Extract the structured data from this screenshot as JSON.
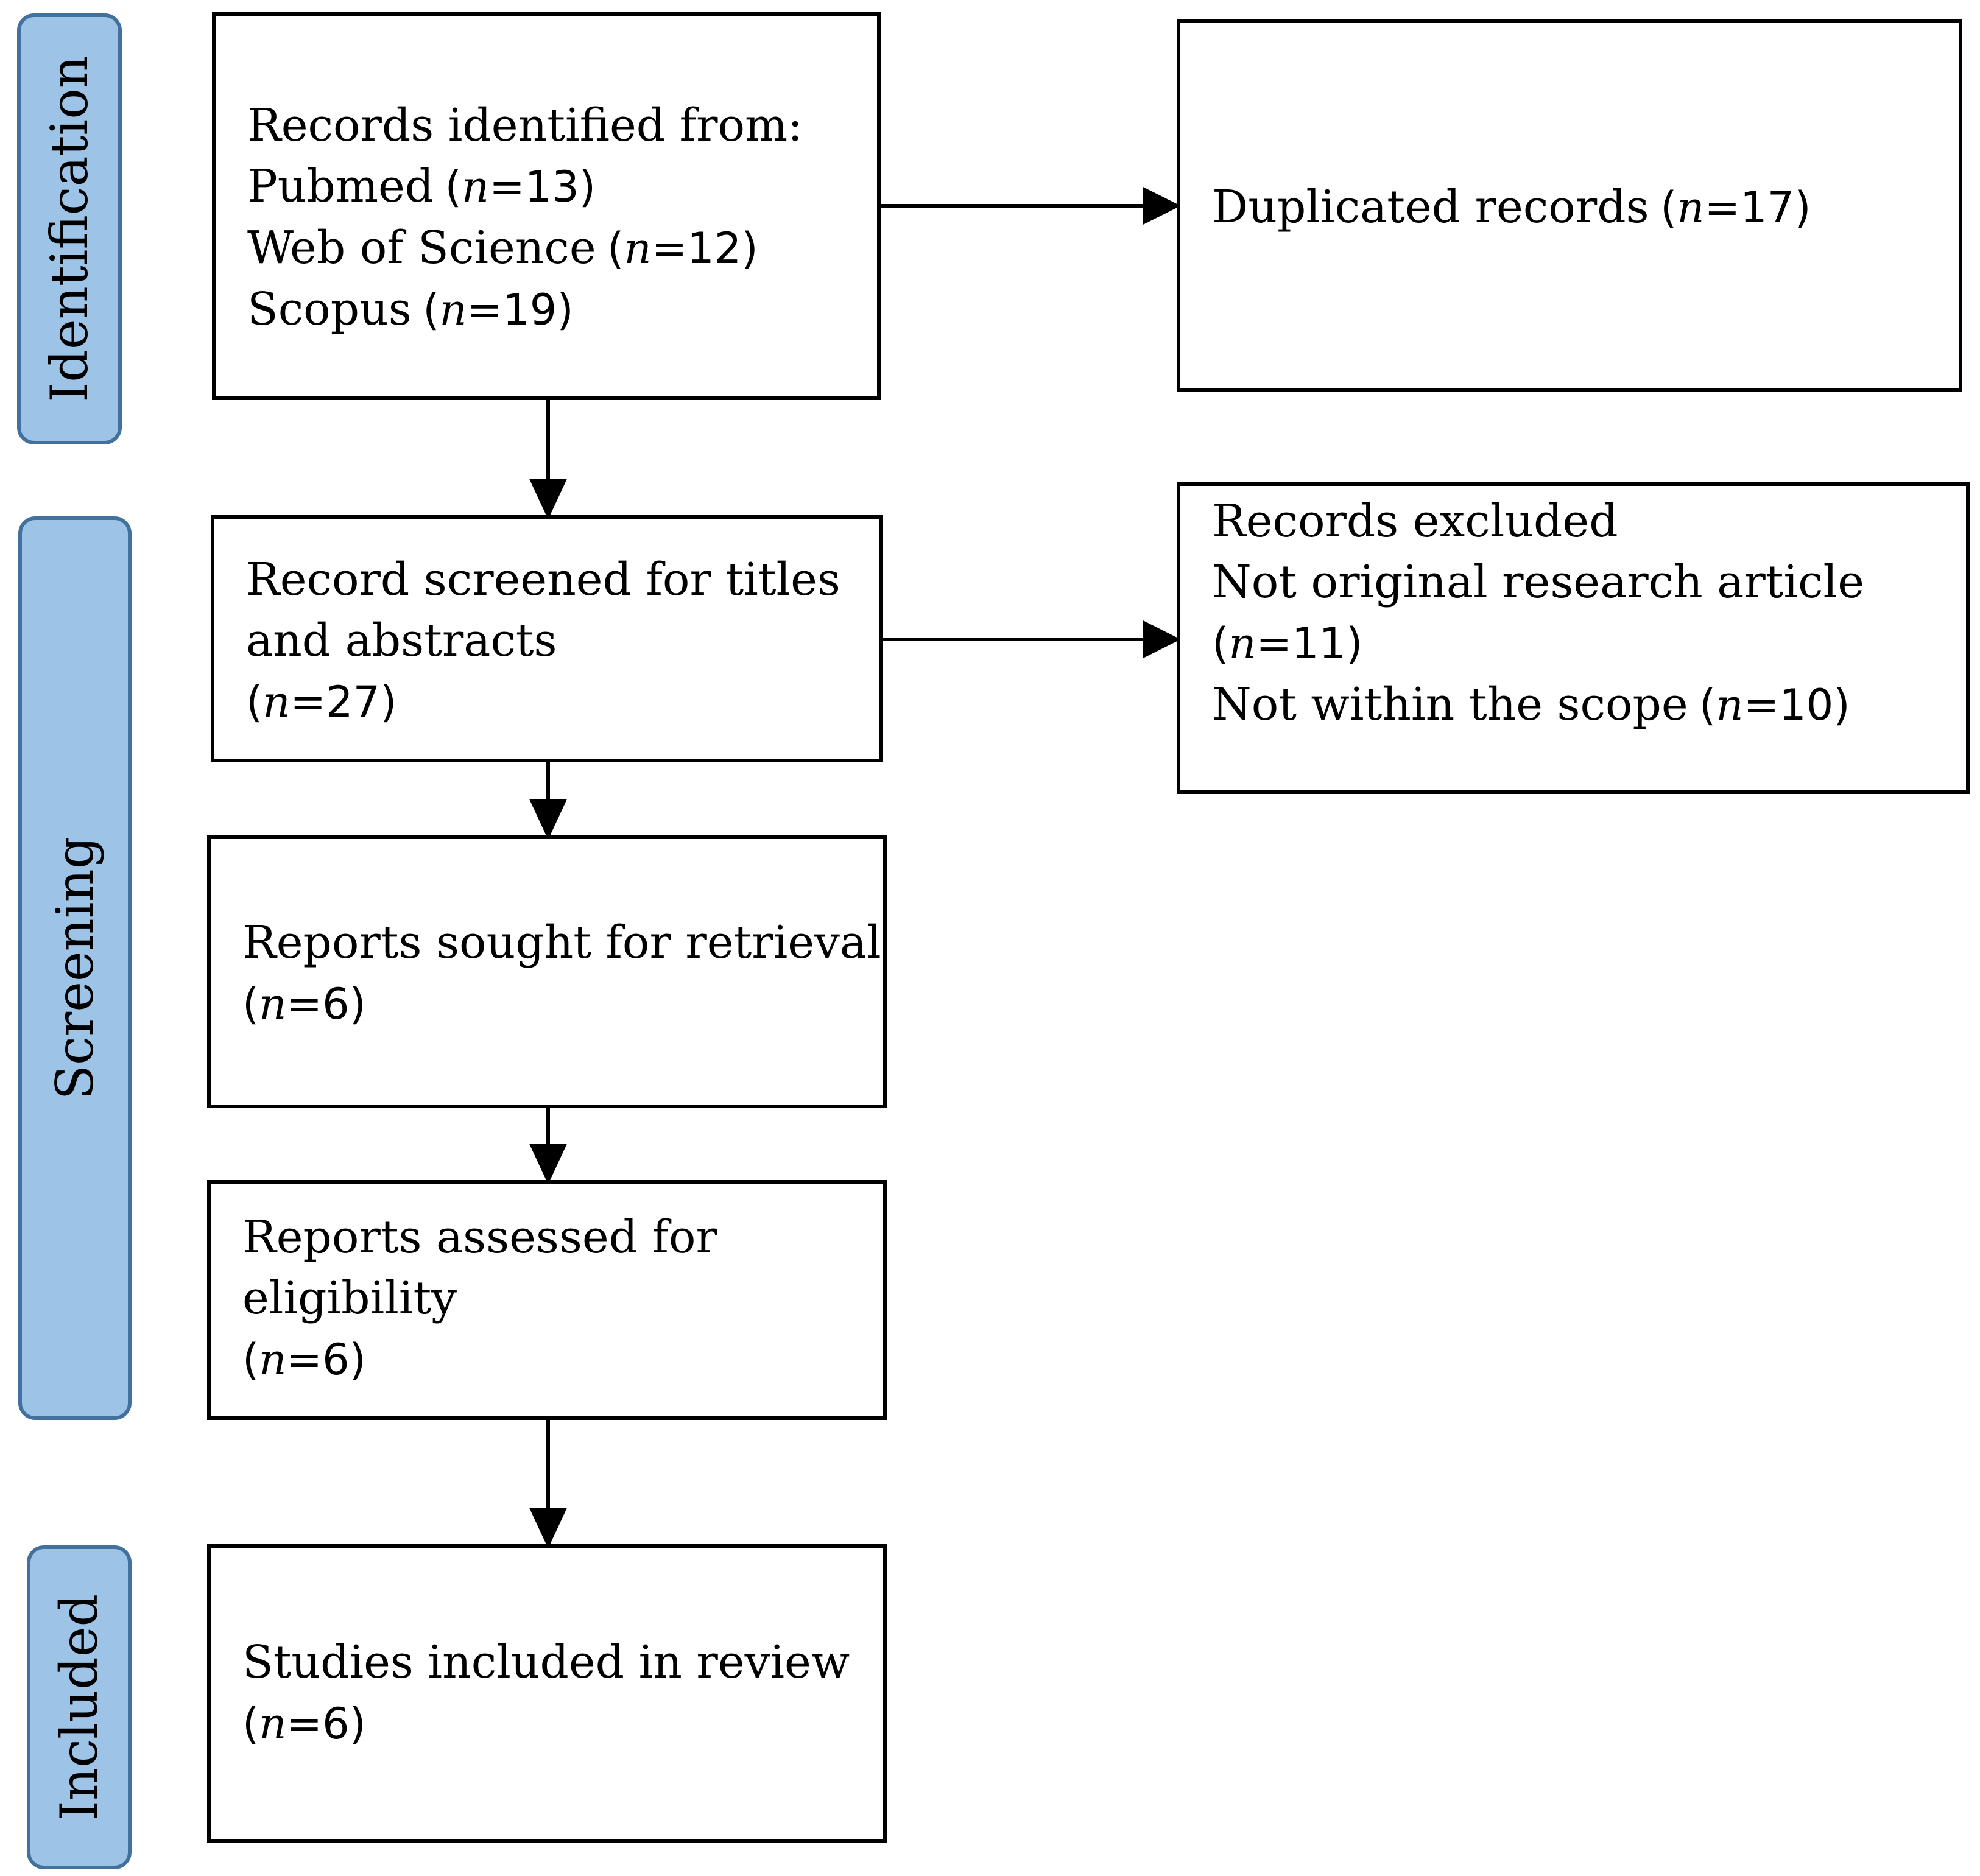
{
  "stages": {
    "identification": "Identification",
    "screening": "Screening",
    "included": "Included"
  },
  "boxes": {
    "records_identified": {
      "lines": [
        {
          "text": "Records identified  from:"
        },
        {
          "text": "Pubmed",
          "n": "13"
        },
        {
          "text": "Web of Science",
          "n": "12"
        },
        {
          "text": "Scopus",
          "n": "19"
        }
      ]
    },
    "duplicated": {
      "lines": [
        {
          "text": "Duplicated records",
          "n": "17"
        }
      ]
    },
    "screened": {
      "lines": [
        {
          "text": "Record screened for titles"
        },
        {
          "text": "and abstracts"
        },
        {
          "text": "",
          "n": "27"
        }
      ]
    },
    "excluded": {
      "lines": [
        {
          "text": "Records excluded"
        },
        {
          "text": "Not original research article"
        },
        {
          "text": "",
          "n": "11"
        },
        {
          "text": "Not within the scope",
          "n": "10"
        }
      ]
    },
    "sought": {
      "lines": [
        {
          "text": "Reports sought for retrieval"
        },
        {
          "text": "",
          "n": "6"
        }
      ]
    },
    "assessed": {
      "lines": [
        {
          "text": "Reports assessed for"
        },
        {
          "text": "eligibility"
        },
        {
          "text": "",
          "n": "6"
        }
      ]
    },
    "included": {
      "lines": [
        {
          "text": "Studies included in review"
        },
        {
          "text": "",
          "n": "6"
        }
      ]
    }
  }
}
